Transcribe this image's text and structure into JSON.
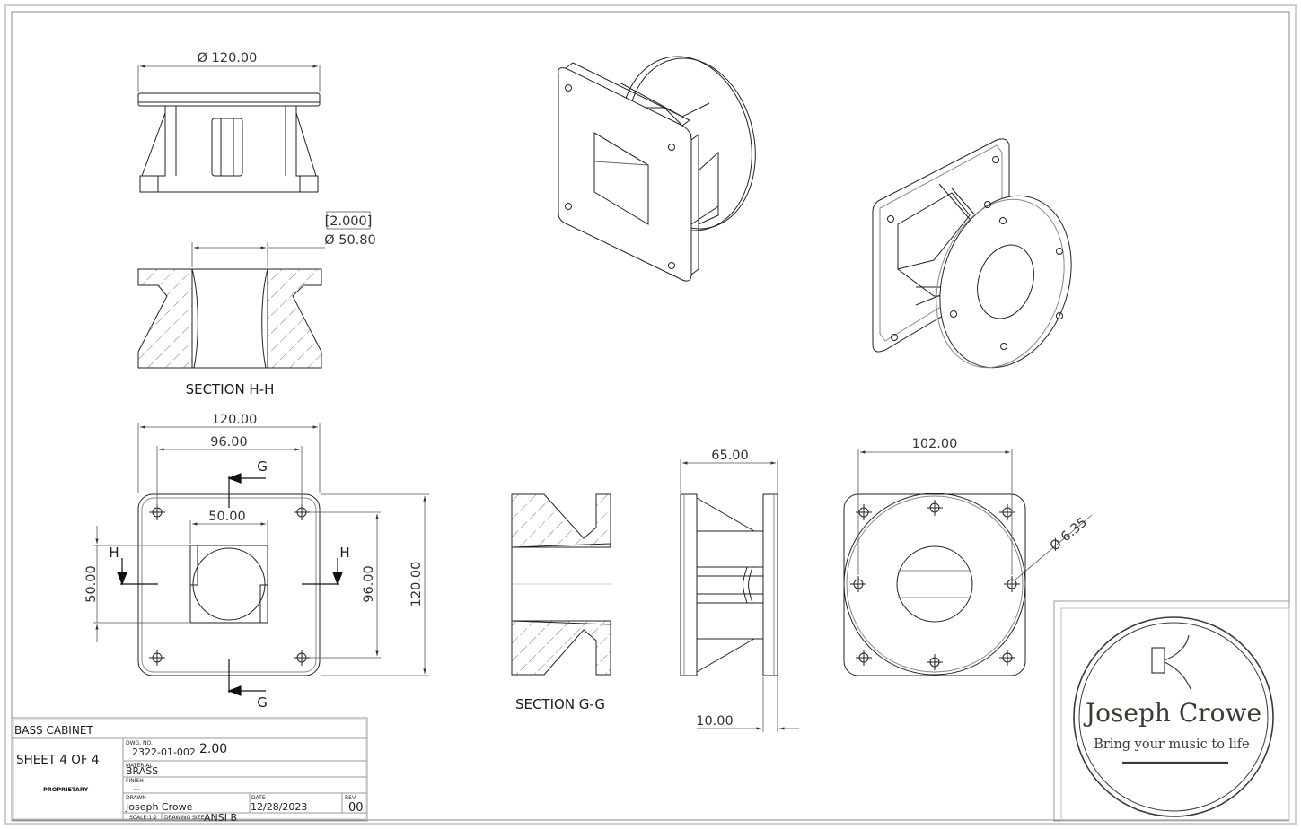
{
  "drawing": {
    "dimensions": {
      "top_diameter": "Ø 120.00",
      "bore_inch": "[2.000]",
      "bore_diameter": "Ø 50.80",
      "front_width": "120.00",
      "front_hole_spacing": "96.00",
      "front_opening": "50.00",
      "front_opening_vertical": "50.00",
      "front_hole_spacing_vertical": "96.00",
      "front_height": "120.00",
      "side_depth": "65.00",
      "flange_thickness": "10.00",
      "rear_hole_spacing": "102.00",
      "hole_diameter": "Ø 6.35"
    },
    "labels": {
      "section_hh": "SECTION H-H",
      "section_gg": "SECTION G-G",
      "cut_g_top": "G",
      "cut_g_bottom": "G",
      "cut_h_left": "H",
      "cut_h_right": "H"
    }
  },
  "title_block": {
    "title": "BASS CABINET",
    "sheet": "SHEET 4 OF 4",
    "proprietary": "PROPRIETARY",
    "dwg_no_label": "DWG. NO.",
    "dwg_no": "2322-01-002",
    "revision_number": "2.00",
    "material_label": "MATERIAL",
    "material": "BRASS",
    "finish_label": "FINISH",
    "finish": "--",
    "drawn_label": "DRAWN",
    "drawn": "Joseph Crowe",
    "date_label": "DATE",
    "date": "12/28/2023",
    "rev_label": "REV.",
    "rev": "00",
    "scale": "SCALE:1:2",
    "drawing_size_label": "DRAWING SIZE",
    "drawing_size": "ANSI B"
  },
  "logo": {
    "name": "Joseph Crowe",
    "tagline": "Bring your music to life"
  }
}
